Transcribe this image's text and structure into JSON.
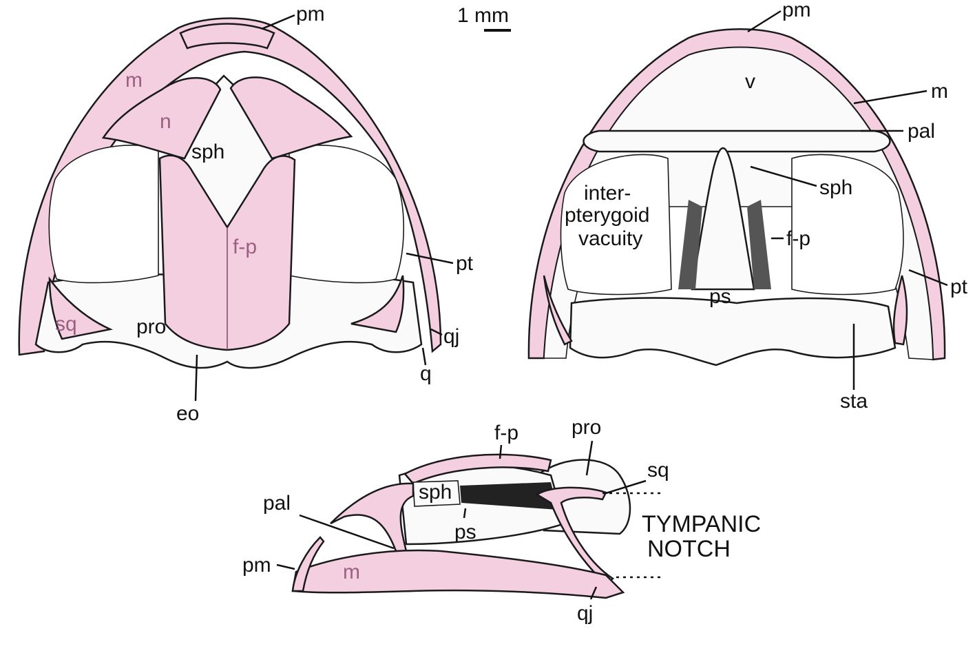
{
  "colors": {
    "dermal_bone": "#f4cfe0",
    "endochondral_bone": "#fafafa",
    "label_on_bone": "#9b5f82",
    "ink": "#111111"
  },
  "scale_bar": {
    "label": "1 mm"
  },
  "views": {
    "dorsal": {
      "labels": {
        "pm": "pm",
        "m": "m",
        "n": "n",
        "sph": "sph",
        "fp": "f-p",
        "pt": "pt",
        "sq": "sq",
        "pro": "pro",
        "qj": "qj",
        "q": "q",
        "eo": "eo"
      }
    },
    "ventral": {
      "labels": {
        "pm": "pm",
        "v": "v",
        "m": "m",
        "pal": "pal",
        "sph": "sph",
        "vacuity_1": "inter-",
        "vacuity_2": "pterygoid",
        "vacuity_3": "vacuity",
        "fp": "f-p",
        "ps": "ps",
        "pt": "pt",
        "sta": "sta"
      }
    },
    "lateral": {
      "labels": {
        "fp": "f-p",
        "pro": "pro",
        "sq": "sq",
        "sph": "sph",
        "ps": "ps",
        "pal": "pal",
        "pm": "pm",
        "m": "m",
        "qj": "qj",
        "tympanic_1": "TYMPANIC",
        "tympanic_2": "NOTCH"
      }
    }
  }
}
